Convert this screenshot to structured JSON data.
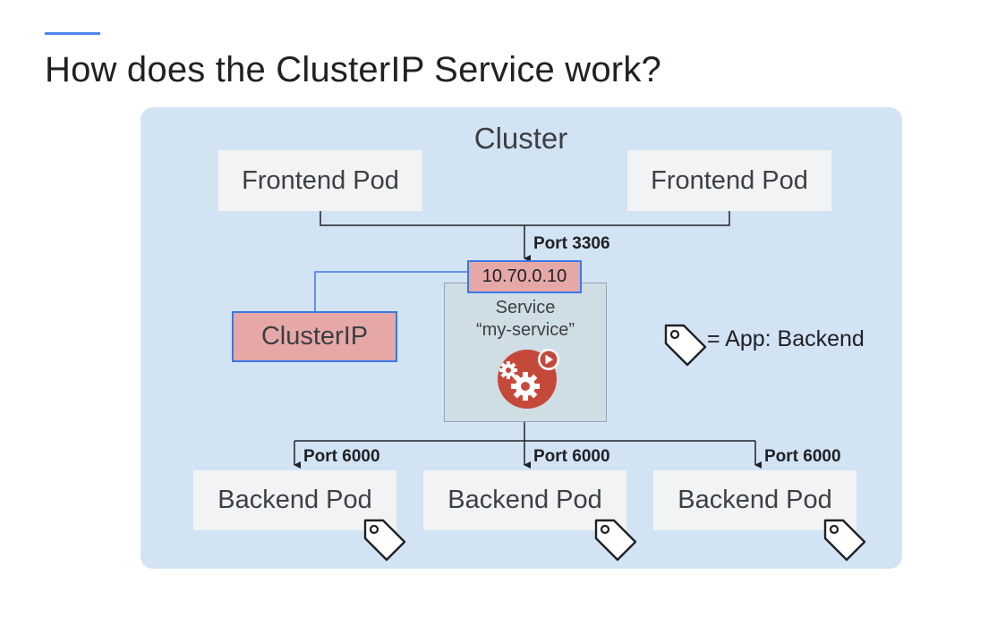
{
  "title": "How does the ClusterIP Service work?",
  "cluster": {
    "label": "Cluster"
  },
  "frontend_pods": [
    {
      "label": "Frontend Pod"
    },
    {
      "label": "Frontend Pod"
    }
  ],
  "service": {
    "ip": "10.70.0.10",
    "line1": "Service",
    "line2": "“my-service”",
    "icon": "gears-play-icon"
  },
  "clusterip_label": "ClusterIP",
  "ports": {
    "frontend": "Port 3306",
    "backend": [
      "Port 6000",
      "Port 6000",
      "Port 6000"
    ]
  },
  "legend": {
    "icon": "tag-icon",
    "text": "= App: Backend"
  },
  "backend_pods": [
    {
      "label": "Backend Pod"
    },
    {
      "label": "Backend Pod"
    },
    {
      "label": "Backend Pod"
    }
  ],
  "colors": {
    "accent": "#4f86ec",
    "cluster_bg": "#d2e3f4",
    "pod_bg": "#f1f3f4",
    "ip_fill": "#e6a8a7",
    "ip_border": "#3b78e7",
    "service_icon": "#c5493b"
  }
}
